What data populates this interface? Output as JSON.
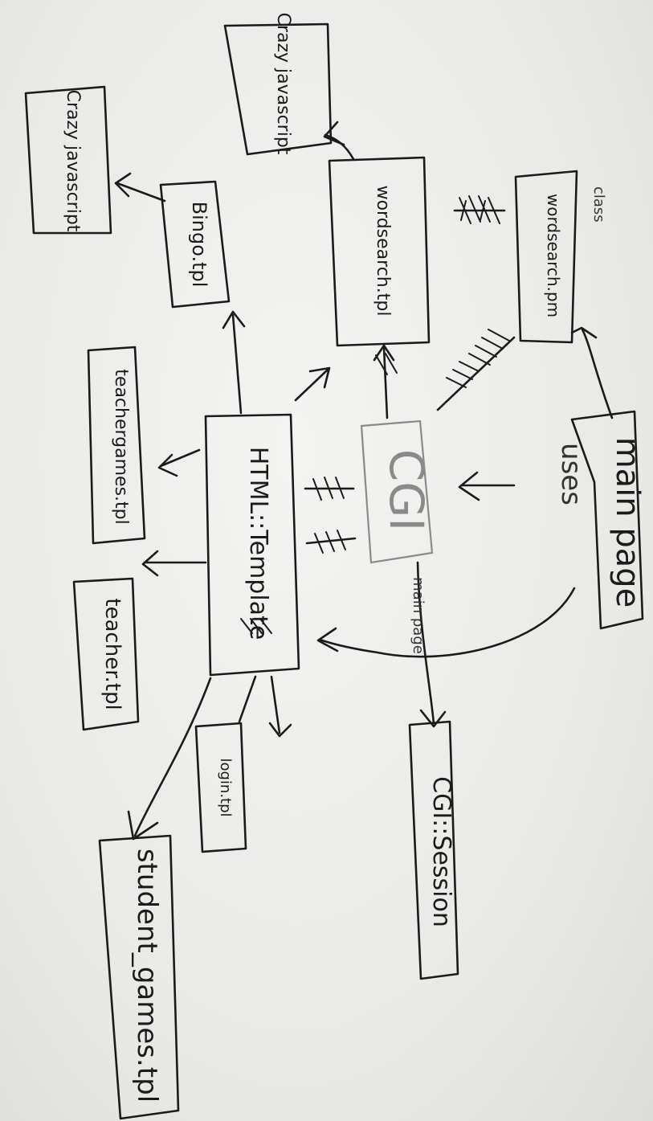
{
  "nodes": {
    "main_page": "main page",
    "class_note": "class",
    "wordsearch_pm": "wordsearch.pm",
    "wordsearch_tpl": "wordsearch.tpl",
    "crazy_js_1": "Crazy javascript",
    "crazy_js_2": "Crazy javascript",
    "bingo_tpl": "Bingo.tpl",
    "cgi": "CGI",
    "html_template": "HTML::Template",
    "teachergames_tpl": "teachergames.tpl",
    "teacher_tpl": "teacher.tpl",
    "login_tpl": "login.tpl",
    "student_games_tpl": "student_games.tpl",
    "cgi_session": "CGI::Session"
  },
  "annotations": {
    "uses": "uses",
    "main_page_edge": "main page"
  },
  "colors": {
    "ink": "#1b1b1b",
    "paper": "#ececea",
    "pale_ink": "#8a8a8a"
  }
}
